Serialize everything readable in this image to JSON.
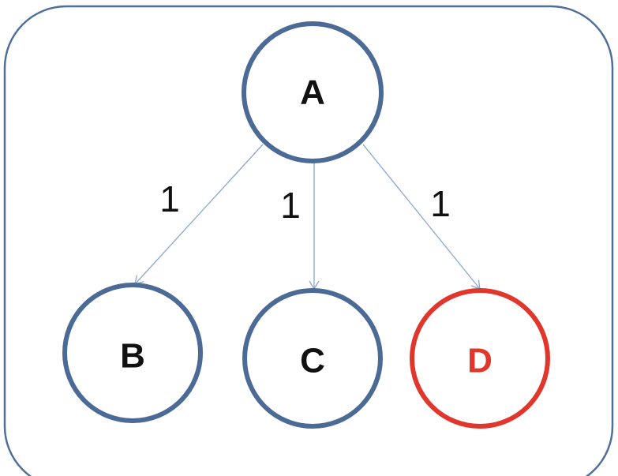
{
  "colors": {
    "frame_stroke": "#50709a",
    "node_stroke": "#4b6a96",
    "highlight_stroke": "#e0362b",
    "highlight_text": "#e0362b",
    "label_text": "#111111",
    "edge_stroke": "#8aa8cf"
  },
  "nodes": {
    "a": {
      "label": "A"
    },
    "b": {
      "label": "B"
    },
    "c": {
      "label": "C"
    },
    "d": {
      "label": "D"
    }
  },
  "edges": {
    "a_b": {
      "label": "1"
    },
    "a_c": {
      "label": "1"
    },
    "a_d": {
      "label": "1"
    }
  }
}
